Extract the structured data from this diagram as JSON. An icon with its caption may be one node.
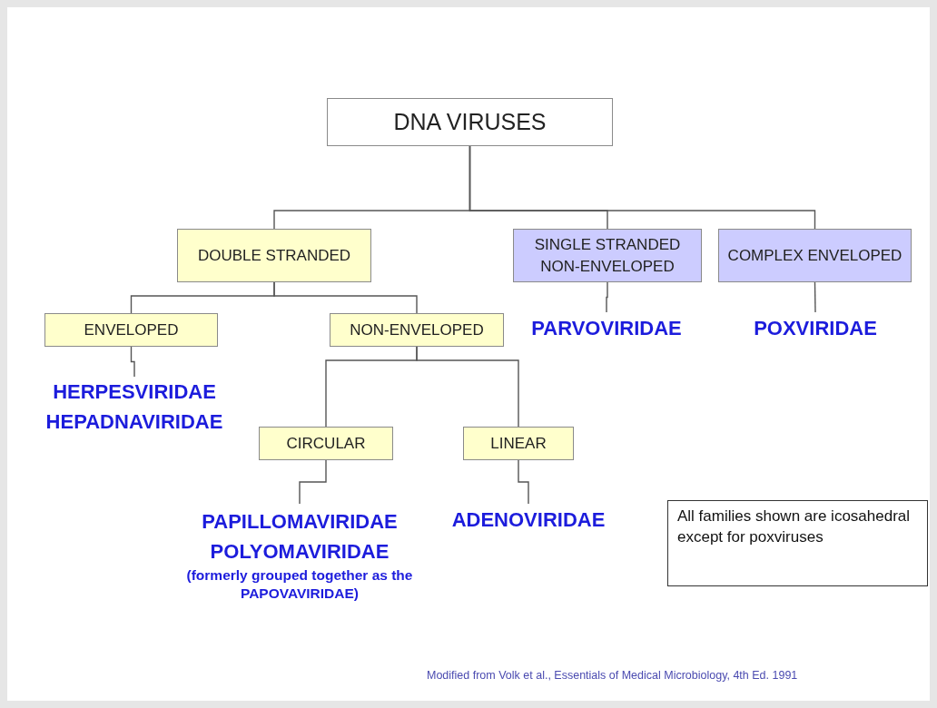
{
  "diagram": {
    "nodes": [
      {
        "text": [
          "DNA VIRUSES"
        ]
      },
      {
        "text": [
          "DOUBLE STRANDED"
        ]
      },
      {
        "text": [
          "SINGLE STRANDED NON-ENVELOPED"
        ]
      },
      {
        "text": [
          "COMPLEX ENVELOPED"
        ]
      },
      {
        "text": [
          "ENVELOPED"
        ]
      },
      {
        "text": [
          "NON-ENVELOPED"
        ]
      },
      {
        "text": [
          "PARVOVIRIDAE"
        ]
      },
      {
        "text": [
          "POXVIRIDAE"
        ]
      },
      {
        "text": [
          "HERPESVIRIDAE",
          "HEPADNAVIRIDAE"
        ]
      },
      {
        "text": [
          "CIRCULAR"
        ]
      },
      {
        "text": [
          "LINEAR"
        ]
      },
      {
        "text": [
          "PAPILLOMAVIRIDAE",
          "POLYOMAVIRIDAE",
          "(formerly grouped together as the PAPOVAVIRIDAE)"
        ]
      },
      {
        "text": [
          "ADENOVIRIDAE"
        ]
      },
      {
        "text": [
          "All families shown are icosahedral except for poxviruses"
        ]
      }
    ],
    "edges": [
      {
        "from": 0,
        "to": 1,
        "arrow": "none"
      },
      {
        "from": 0,
        "to": 2,
        "arrow": "none"
      },
      {
        "from": 0,
        "to": 3,
        "arrow": "none"
      },
      {
        "from": 1,
        "to": 4,
        "arrow": "none"
      },
      {
        "from": 1,
        "to": 5,
        "arrow": "none"
      },
      {
        "from": 2,
        "to": 6,
        "arrow": "none"
      },
      {
        "from": 3,
        "to": 7,
        "arrow": "none"
      },
      {
        "from": 4,
        "to": 8,
        "arrow": "none"
      },
      {
        "from": 5,
        "to": 9,
        "arrow": "none"
      },
      {
        "from": 5,
        "to": 10,
        "arrow": "none"
      },
      {
        "from": 9,
        "to": 11,
        "arrow": "none"
      },
      {
        "from": 10,
        "to": 12,
        "arrow": "none"
      }
    ],
    "labels": [
      "Modified from Volk et al., Essentials of Medical Microbiology, 4th Ed. 1991"
    ]
  }
}
